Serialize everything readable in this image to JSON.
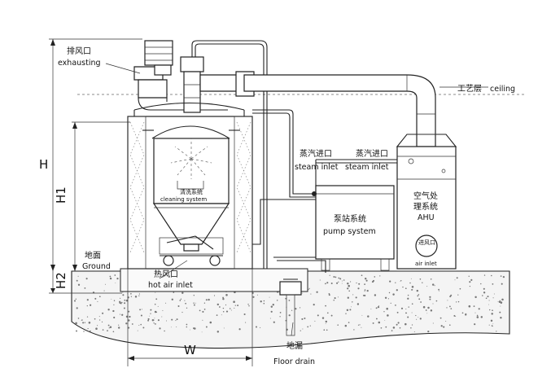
{
  "labels": {
    "exhaust_cn": "排风口",
    "exhaust_en": "exhausting",
    "ceiling_cn": "工艺层",
    "ceiling_en": "ceiling",
    "steam_inlet1_cn": "蒸汽进口",
    "steam_inlet1_en": "steam inlet",
    "steam_inlet2_cn": "蒸汽进口",
    "steam_inlet2_en": "steam inlet",
    "ahu_cn1": "空气处",
    "ahu_cn2": "理系统",
    "ahu_en": "AHU",
    "pump_cn": "泵站系统",
    "pump_en": "pump system",
    "cleaning_cn": "清洗系统",
    "cleaning_en": "cleaning system",
    "ground_cn": "地面",
    "ground_en": "Ground",
    "hot_air_cn": "热风口",
    "hot_air_en": "hot air inlet",
    "air_inlet_cn": "进风口",
    "air_inlet_en": "air inlet",
    "floor_drain_cn": "地漏",
    "floor_drain_en": "Floor drain"
  },
  "dimensions": {
    "H": "H",
    "H1": "H1",
    "H2": "H2",
    "W": "W"
  }
}
